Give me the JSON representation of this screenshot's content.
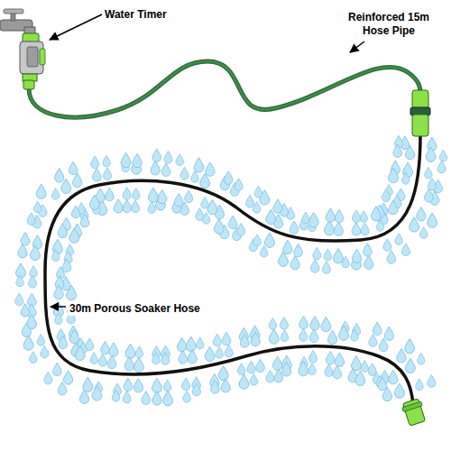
{
  "diagram": {
    "labels": [
      "Water Timer",
      "Reinforced 15m Hose Pipe",
      "30m Porous Soaker Hose"
    ]
  }
}
